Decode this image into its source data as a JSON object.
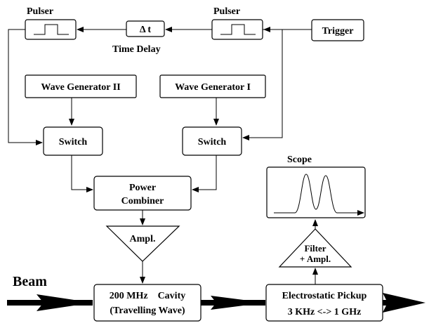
{
  "labels": {
    "pulser_left": "Pulser",
    "pulser_right": "Pulser",
    "delay_symbol": "Δ  t",
    "time_delay": "Time Delay",
    "trigger": "Trigger",
    "wave_gen_2": "Wave Generator II",
    "wave_gen_1": "Wave Generator I",
    "switch_left": "Switch",
    "switch_right": "Switch",
    "combiner_line1": "Power",
    "combiner_line2": "Combiner",
    "ampl": "Ampl.",
    "scope": "Scope",
    "filter_line1": "Filter",
    "filter_line2": "+ Ampl.",
    "beam": "Beam",
    "cavity_line1": "200 MHz    Cavity",
    "cavity_line2": "(Travelling Wave)",
    "pickup_line1": "Electrostatic Pickup",
    "pickup_line2": "3 KHz <-> 1 GHz"
  }
}
